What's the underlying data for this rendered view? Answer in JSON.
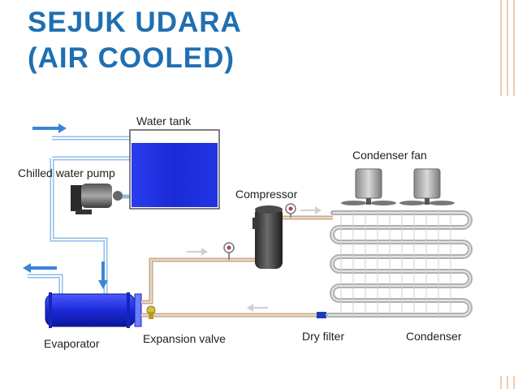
{
  "slide": {
    "title_line1": "SEJUK UDARA",
    "title_line2": "(AIR COOLED)"
  },
  "diagram": {
    "labels": {
      "water_tank": "Water tank",
      "chilled_water_pump": "Chilled water pump",
      "compressor": "Compressor",
      "condenser_fan": "Condenser fan",
      "evaporator": "Evaporator",
      "expansion_valve": "Expansion valve",
      "dry_filter": "Dry filter",
      "condenser": "Condenser"
    },
    "colors": {
      "title": "#1f6fb2",
      "water_blue": "#1e2fd6",
      "water_pipe": "#7fb6e8",
      "refrigerant_pipe": "#c8a98a",
      "coil": "#b8b8b8",
      "arrow_blue": "#3a86d6"
    }
  }
}
